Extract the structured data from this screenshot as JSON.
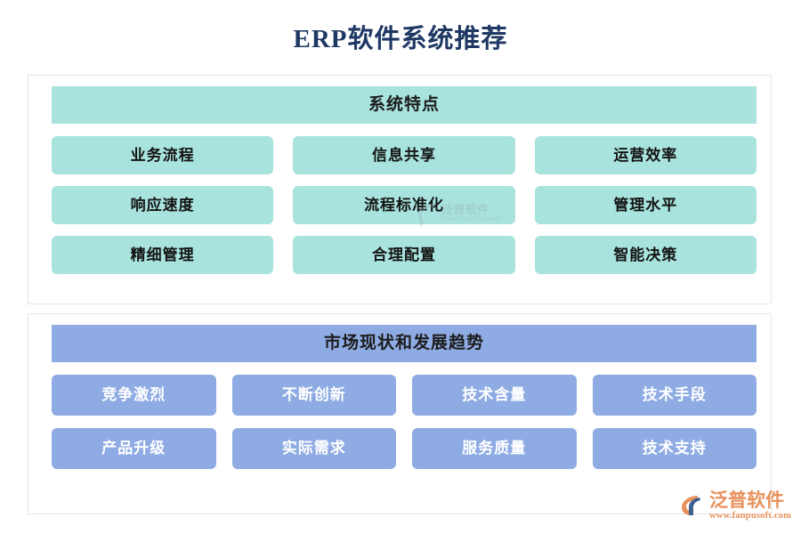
{
  "page": {
    "title": "ERP软件系统推荐",
    "title_color": "#1f3864",
    "background": "#ffffff"
  },
  "sections": [
    {
      "id": "features",
      "header": "系统特点",
      "accent_color": "#a8e3dd",
      "text_color": "#141414",
      "columns": 3,
      "items": [
        "业务流程",
        "信息共享",
        "运营效率",
        "响应速度",
        "流程标准化",
        "管理水平",
        "精细管理",
        "合理配置",
        "智能决策"
      ]
    },
    {
      "id": "market",
      "header": "市场现状和发展趋势",
      "accent_color": "#8fabe3",
      "text_color": "#ffffff",
      "columns": 4,
      "items": [
        "竞争激烈",
        "不断创新",
        "技术含量",
        "技术手段",
        "产品升级",
        "实际需求",
        "服务质量",
        "技术支持"
      ]
    }
  ],
  "watermark": {
    "cn": "泛普软件",
    "en": "FANPU SOFTWARE"
  },
  "logo": {
    "name_cn": "泛普软件",
    "url": "www.fanpusoft.com",
    "color": "#e8915c"
  }
}
